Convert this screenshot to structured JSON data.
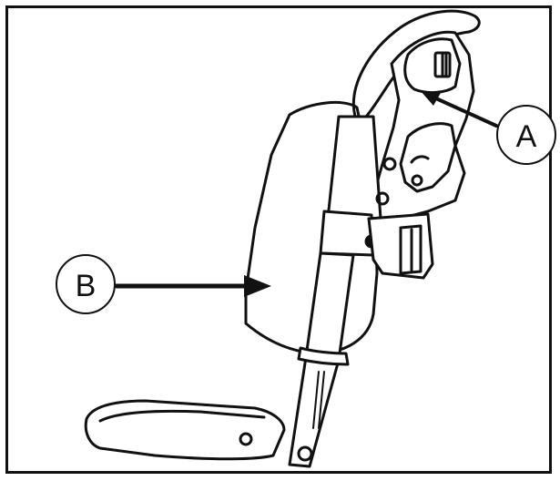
{
  "callouts": [
    {
      "id": "A",
      "label": "A"
    },
    {
      "id": "B",
      "label": "B"
    }
  ],
  "colors": {
    "line": "#111111",
    "background": "#ffffff",
    "shade": "#d9d9d9"
  }
}
